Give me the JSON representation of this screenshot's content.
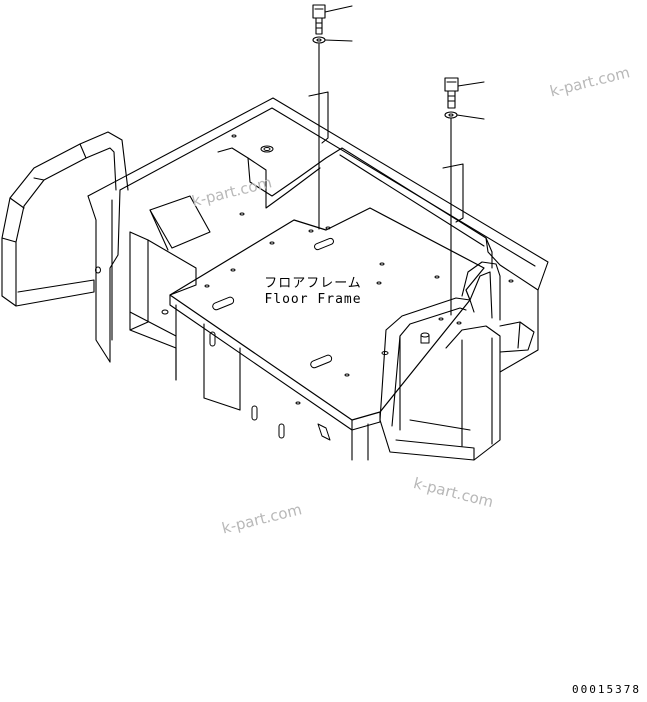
{
  "diagram": {
    "label_jp": "フロアフレーム",
    "label_en": "Floor Frame",
    "watermark": "k-part.com",
    "drawing_number": "00015378"
  }
}
